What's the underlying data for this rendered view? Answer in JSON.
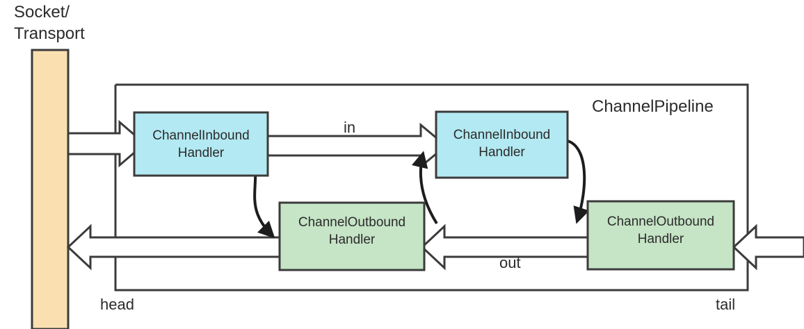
{
  "diagram": {
    "title_text": "Socket/\nTransport",
    "pipeline_label": "ChannelPipeline",
    "head_label": "head",
    "tail_label": "tail",
    "in_label": "in",
    "out_label": "out",
    "handler_inbound_1": "ChannelInbound\nHandler",
    "handler_inbound_2": "ChannelInbound\nHandler",
    "handler_outbound_1": "ChannelOutbound\nHandler",
    "handler_outbound_2": "ChannelOutbound\nHandler",
    "colors": {
      "socket_fill": "#fadfb0",
      "inbound_fill": "#b3e9f2",
      "outbound_fill": "#c6e4c6",
      "stroke": "#3b3b3b",
      "arrow_fill": "#ffffff",
      "text": "#2b2b2b",
      "background": "#ffffff"
    }
  }
}
